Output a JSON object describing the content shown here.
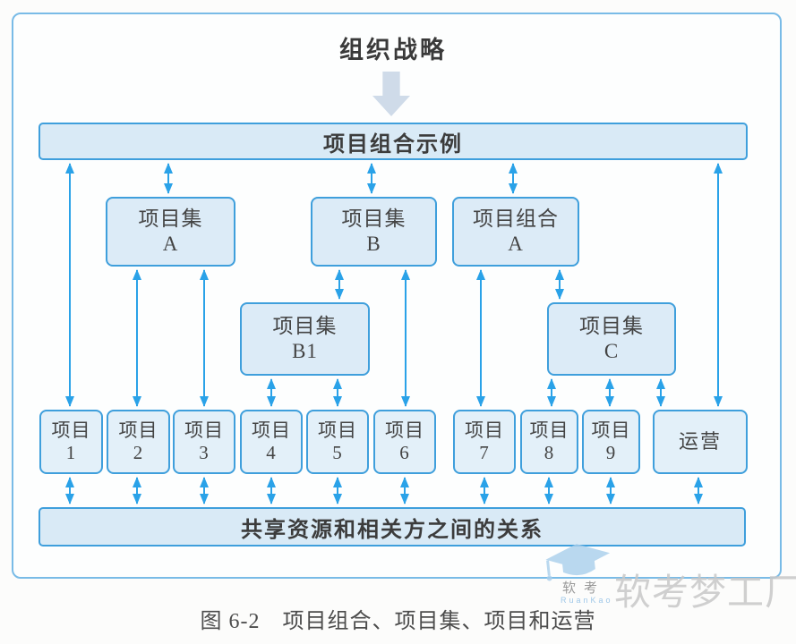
{
  "figure": {
    "title": "组织战略",
    "portfolio_bar_label": "项目组合示例",
    "row2_boxes": [
      {
        "line1": "项目集",
        "line2": "A"
      },
      {
        "line1": "项目集",
        "line2": "B"
      },
      {
        "line1": "项目组合",
        "line2": "A"
      }
    ],
    "row3_boxes": [
      {
        "line1": "项目集",
        "line2": "B1"
      },
      {
        "line1": "项目集",
        "line2": "C"
      }
    ],
    "project_boxes": [
      {
        "line1": "项目",
        "line2": "1"
      },
      {
        "line1": "项目",
        "line2": "2"
      },
      {
        "line1": "项目",
        "line2": "3"
      },
      {
        "line1": "项目",
        "line2": "4"
      },
      {
        "line1": "项目",
        "line2": "5"
      },
      {
        "line1": "项目",
        "line2": "6"
      },
      {
        "line1": "项目",
        "line2": "7"
      },
      {
        "line1": "项目",
        "line2": "8"
      },
      {
        "line1": "项目",
        "line2": "9"
      }
    ],
    "operations_label": "运营",
    "shared_bar_label": "共享资源和相关方之间的关系",
    "caption": "图 6-2　项目组合、项目集、项目和运营"
  },
  "watermark": {
    "brand_cn_small": "软考",
    "brand_en": "RuanKao",
    "brand_cn_large": "软考梦工厂"
  },
  "colors": {
    "box_fill": "#dcebf7",
    "box_border": "#3f9fdc",
    "connector_arrow": "#2aa2e8",
    "strategy_arrow": "#cfdbe9",
    "text": "#3f3f3f",
    "watermark_gray": "#c8c8c8",
    "watermark_blue": "#a9cfec"
  }
}
